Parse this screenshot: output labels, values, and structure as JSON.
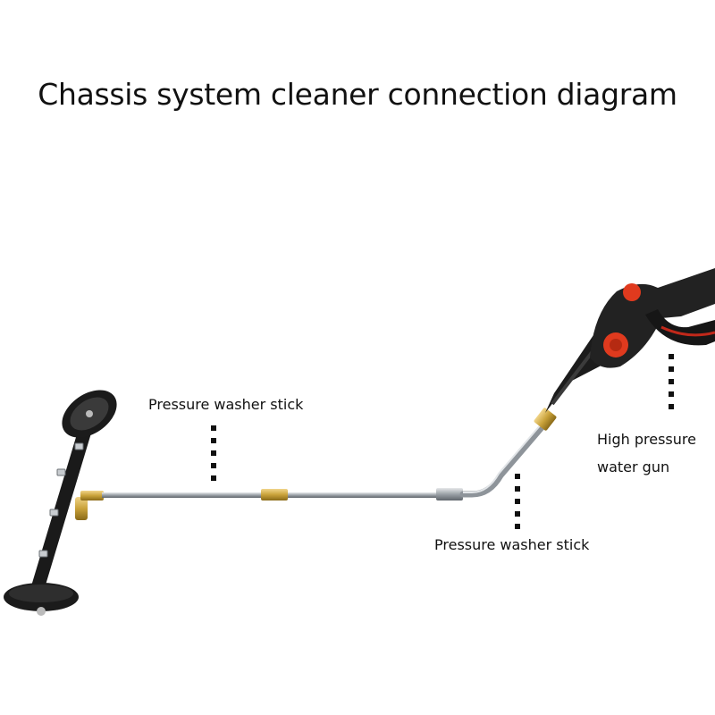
{
  "title": "Chassis system cleaner connection diagram",
  "labels": {
    "stick_left": "Pressure washer stick",
    "stick_right": "Pressure washer stick",
    "gun_line1": "High pressure",
    "gun_line2": "water gun"
  },
  "colors": {
    "background": "#ffffff",
    "steel": "#a9aeb3",
    "brass": "#c9a23a",
    "black_parts": "#1a1a1a",
    "red_accent": "#e03a1e"
  }
}
